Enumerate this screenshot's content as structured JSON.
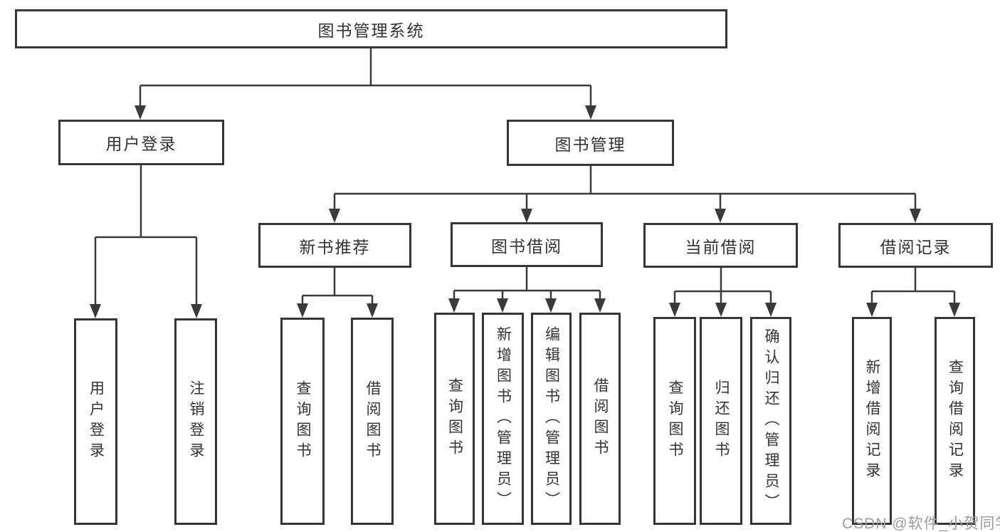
{
  "colors": {
    "line": "#3a3a3a",
    "border": "#363636",
    "text": "#333333",
    "watermark_text": "#9c9c9c",
    "background": "#ffffff"
  },
  "watermark": "CSDN @软件_小贺同学",
  "tree": {
    "root": {
      "label": "图书管理系统"
    },
    "branches": [
      {
        "label": "用户登录",
        "children": [
          {
            "label": "用户登录"
          },
          {
            "label": "注销登录"
          }
        ]
      },
      {
        "label": "图书管理",
        "children": [
          {
            "label": "新书推荐",
            "children": [
              {
                "label": "查询图书"
              },
              {
                "label": "借阅图书"
              }
            ]
          },
          {
            "label": "图书借阅",
            "children": [
              {
                "label": "查询图书"
              },
              {
                "label": "新增图书（管理员）"
              },
              {
                "label": "编辑图书（管理员）"
              },
              {
                "label": "借阅图书"
              }
            ]
          },
          {
            "label": "当前借阅",
            "children": [
              {
                "label": "查询图书"
              },
              {
                "label": "归还图书"
              },
              {
                "label": "确认归还（管理员）"
              }
            ]
          },
          {
            "label": "借阅记录",
            "children": [
              {
                "label": "新增借阅记录"
              },
              {
                "label": "查询借阅记录"
              }
            ]
          }
        ]
      }
    ]
  }
}
